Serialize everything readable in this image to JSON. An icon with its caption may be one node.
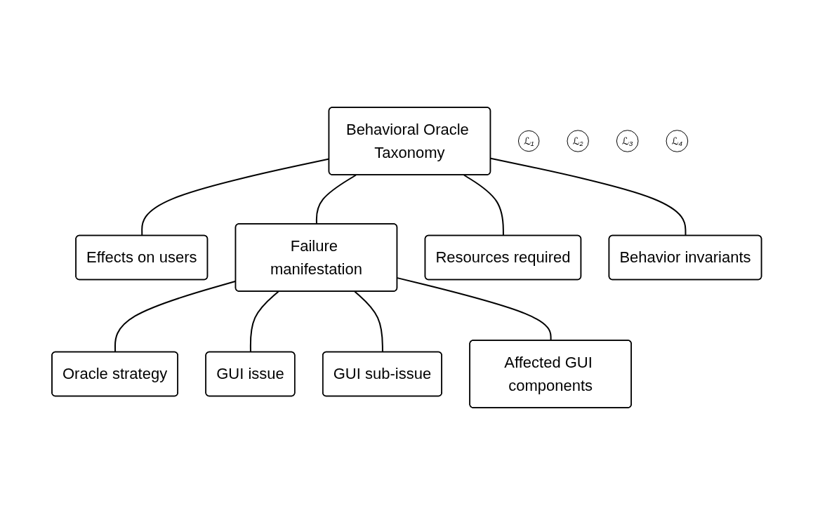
{
  "diagram": {
    "nodes": [
      {
        "text": [
          "Behavioral Oracle Taxonomy"
        ]
      },
      {
        "text": [
          "ℒ₁"
        ]
      },
      {
        "text": [
          "Effects on users"
        ]
      },
      {
        "text": [
          "ℒ₂"
        ]
      },
      {
        "text": [
          "Failure manifestation"
        ]
      },
      {
        "text": [
          "ℒ₃"
        ]
      },
      {
        "text": [
          "Resources required"
        ]
      },
      {
        "text": [
          "ℒ₄"
        ]
      },
      {
        "text": [
          "Behavior invariants"
        ]
      },
      {
        "text": [
          "Oracle strategy"
        ]
      },
      {
        "text": [
          "GUI issue"
        ]
      },
      {
        "text": [
          "GUI sub-issue"
        ]
      },
      {
        "text": [
          "Affected GUI components"
        ]
      }
    ],
    "edges": [
      {
        "from": 0,
        "to": 2,
        "arrow": "none"
      },
      {
        "from": 0,
        "to": 4,
        "arrow": "none"
      },
      {
        "from": 0,
        "to": 6,
        "arrow": "none"
      },
      {
        "from": 0,
        "to": 8,
        "arrow": "none"
      },
      {
        "from": 4,
        "to": 9,
        "arrow": "none"
      },
      {
        "from": 4,
        "to": 10,
        "arrow": "none"
      },
      {
        "from": 4,
        "to": 11,
        "arrow": "none"
      },
      {
        "from": 4,
        "to": 12,
        "arrow": "none"
      }
    ]
  }
}
